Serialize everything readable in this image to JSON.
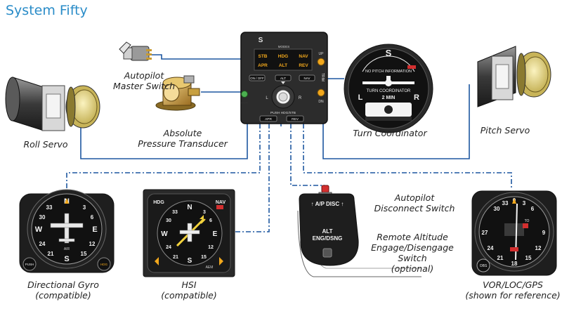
{
  "title": "System Fifty",
  "colors": {
    "title": "#2a8cc8",
    "wire": "#1d56a0",
    "panel": "#2c2c2c",
    "annunciator": "#f2a81c",
    "servo_cap": "#e8d98a",
    "transducer": "#c8a040"
  },
  "labels": {
    "autopilot_master_switch": [
      "Autopilot",
      "Master Switch"
    ],
    "absolute_pressure_transducer": [
      "Absolute",
      "Pressure Transducer"
    ],
    "roll_servo": "Roll Servo",
    "turn_coordinator": "Turn Coordinator",
    "pitch_servo": "Pitch Servo",
    "autopilot_disconnect_switch": [
      "Autopilot",
      "Disconnect  Switch"
    ],
    "remote_altitude_switch": [
      "Remote Altitude",
      "Engage/Disengage",
      "Switch",
      "(optional)"
    ],
    "directional_gyro": [
      "Directional Gyro",
      "(compatible)"
    ],
    "hsi": [
      "HSI",
      "(compatible)"
    ],
    "vor_loc_gps": [
      "VOR/LOC/GPS",
      "(shown for reference)"
    ]
  },
  "programmer": {
    "logo": "S",
    "mode_label": "MODES",
    "modes_row1": [
      "STB",
      "HDG",
      "NAV"
    ],
    "modes_row2": [
      "APR",
      "ALT",
      "REV"
    ],
    "buttons_top": [
      "ON / OFF",
      "ALT",
      "NAV"
    ],
    "knob_left": "L",
    "knob_right": "R",
    "knob_caption": "PUSH HDG/STB",
    "buttons_bottom": [
      "APR",
      "REV"
    ],
    "trim_up": "UP",
    "trim_label": "TRIM",
    "trim_dn": "DN",
    "ready": "RDY"
  },
  "turn_coordinator": {
    "flag": "NO PITCH INFORMATION",
    "logo": "S",
    "caption": "TURN COORDINATOR",
    "sub": "2 MIN",
    "left": "L",
    "right": "R"
  },
  "disconnect_switch": {
    "top": "A/P DISC",
    "line1": "ALT",
    "line2": "ENG/DSNG"
  },
  "dg": {
    "n": "N",
    "e": "E",
    "s": "S",
    "w": "W",
    "nums": [
      "33",
      "30",
      "24",
      "21",
      "15",
      "12",
      "6",
      "3"
    ],
    "push": "PUSH",
    "hdg": "HDG",
    "air": "AIR"
  },
  "hsi": {
    "hdg": "HDG",
    "nav": "NAV",
    "n": "N",
    "e": "E",
    "s": "S",
    "w": "W",
    "nums": [
      "33",
      "30",
      "24",
      "21",
      "15",
      "12",
      "6",
      "3"
    ],
    "brand": "AEM"
  },
  "vor": {
    "nums": [
      "30",
      "33",
      "0",
      "3",
      "6",
      "9",
      "12",
      "15",
      "18",
      "21",
      "24",
      "27"
    ],
    "to": "TO",
    "obs": "OBS"
  }
}
